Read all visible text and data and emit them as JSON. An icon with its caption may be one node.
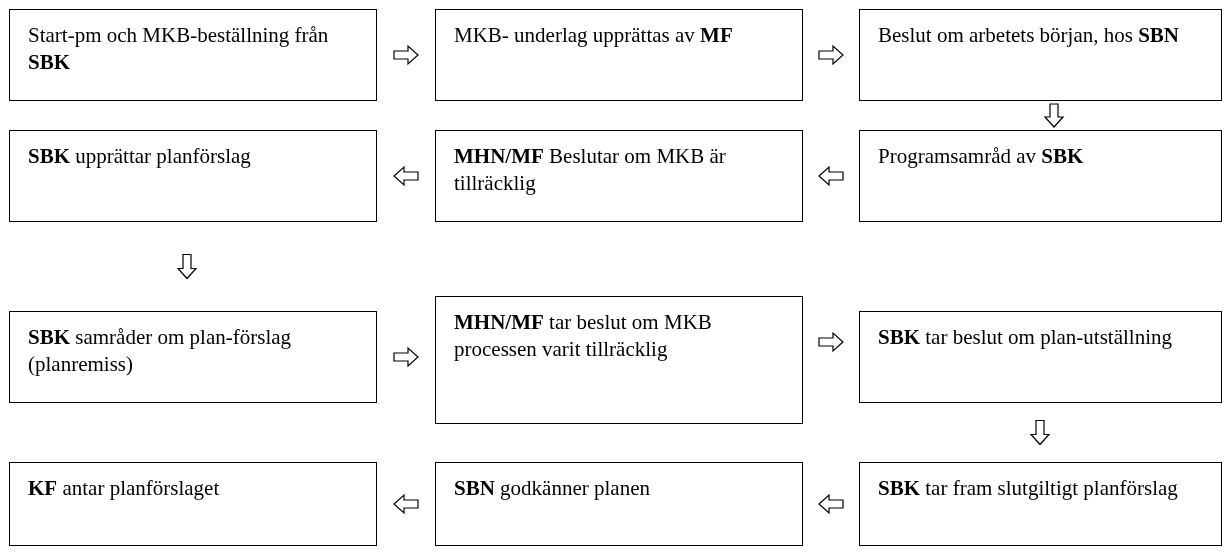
{
  "diagram": {
    "nodes": [
      {
        "text": [
          "Start-pm och MKB-beställning från **SBK**"
        ]
      },
      {
        "text": [
          "MKB- underlag upprättas av **MF**"
        ]
      },
      {
        "text": [
          "Beslut om arbetets början, hos **SBN**"
        ]
      },
      {
        "text": [
          "**SBK** upprättar planförslag"
        ]
      },
      {
        "text": [
          "**MHN/MF** Beslutar om MKB är tillräcklig"
        ]
      },
      {
        "text": [
          "Programsamråd av **SBK**"
        ]
      },
      {
        "text": [
          "**SBK** samråder om plan-förslag (planremiss)"
        ]
      },
      {
        "text": [
          "**MHN/MF** tar beslut om MKB processen varit tillräcklig"
        ]
      },
      {
        "text": [
          "**SBK** tar beslut om plan-utställning"
        ]
      },
      {
        "text": [
          "**KF** antar planförslaget"
        ]
      },
      {
        "text": [
          "**SBN** godkänner planen"
        ]
      },
      {
        "text": [
          "**SBK** tar fram slutgiltigt planförslag"
        ]
      }
    ],
    "edges": [
      {
        "from": 0,
        "to": 1,
        "arrow": "to"
      },
      {
        "from": 1,
        "to": 2,
        "arrow": "to"
      },
      {
        "from": 2,
        "to": 5,
        "arrow": "to"
      },
      {
        "from": 5,
        "to": 4,
        "arrow": "to"
      },
      {
        "from": 4,
        "to": 3,
        "arrow": "to"
      },
      {
        "from": 3,
        "to": 6,
        "arrow": "to"
      },
      {
        "from": 6,
        "to": 7,
        "arrow": "to"
      },
      {
        "from": 7,
        "to": 8,
        "arrow": "to"
      },
      {
        "from": 8,
        "to": 11,
        "arrow": "to"
      },
      {
        "from": 11,
        "to": 10,
        "arrow": "to"
      },
      {
        "from": 10,
        "to": 9,
        "arrow": "to"
      }
    ]
  }
}
